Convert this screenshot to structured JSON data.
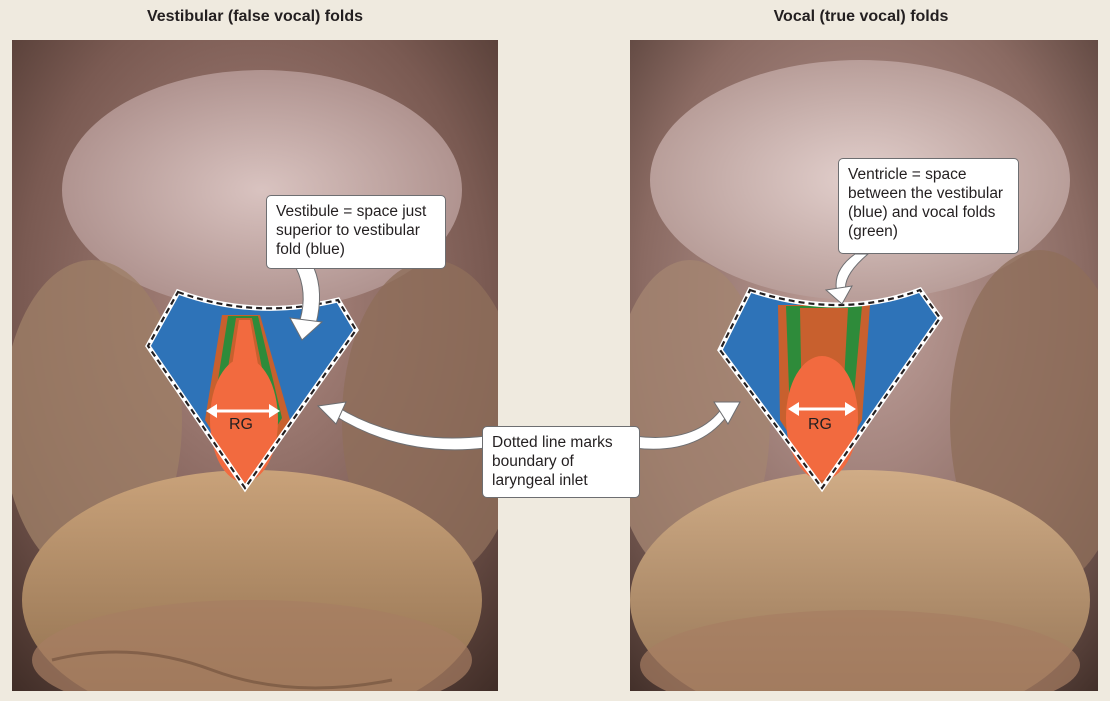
{
  "left_panel": {
    "title": "Vestibular (false vocal) folds",
    "callout": "Vestibule = space just superior to vestibular fold (blue)",
    "rg_label": "RG"
  },
  "right_panel": {
    "title": "Vocal (true vocal) folds",
    "callout": "Ventricle = space between the vestibular (blue) and vocal folds (green)",
    "rg_label": "RG"
  },
  "center_callout": "Dotted line marks boundary of laryngeal inlet",
  "colors": {
    "background": "#efeadf",
    "vestibular_fold": "#2e73b8",
    "vocal_fold": "#2e8b3a",
    "glottis": "#f26a3f",
    "ventricle_edge": "#c8602e"
  }
}
